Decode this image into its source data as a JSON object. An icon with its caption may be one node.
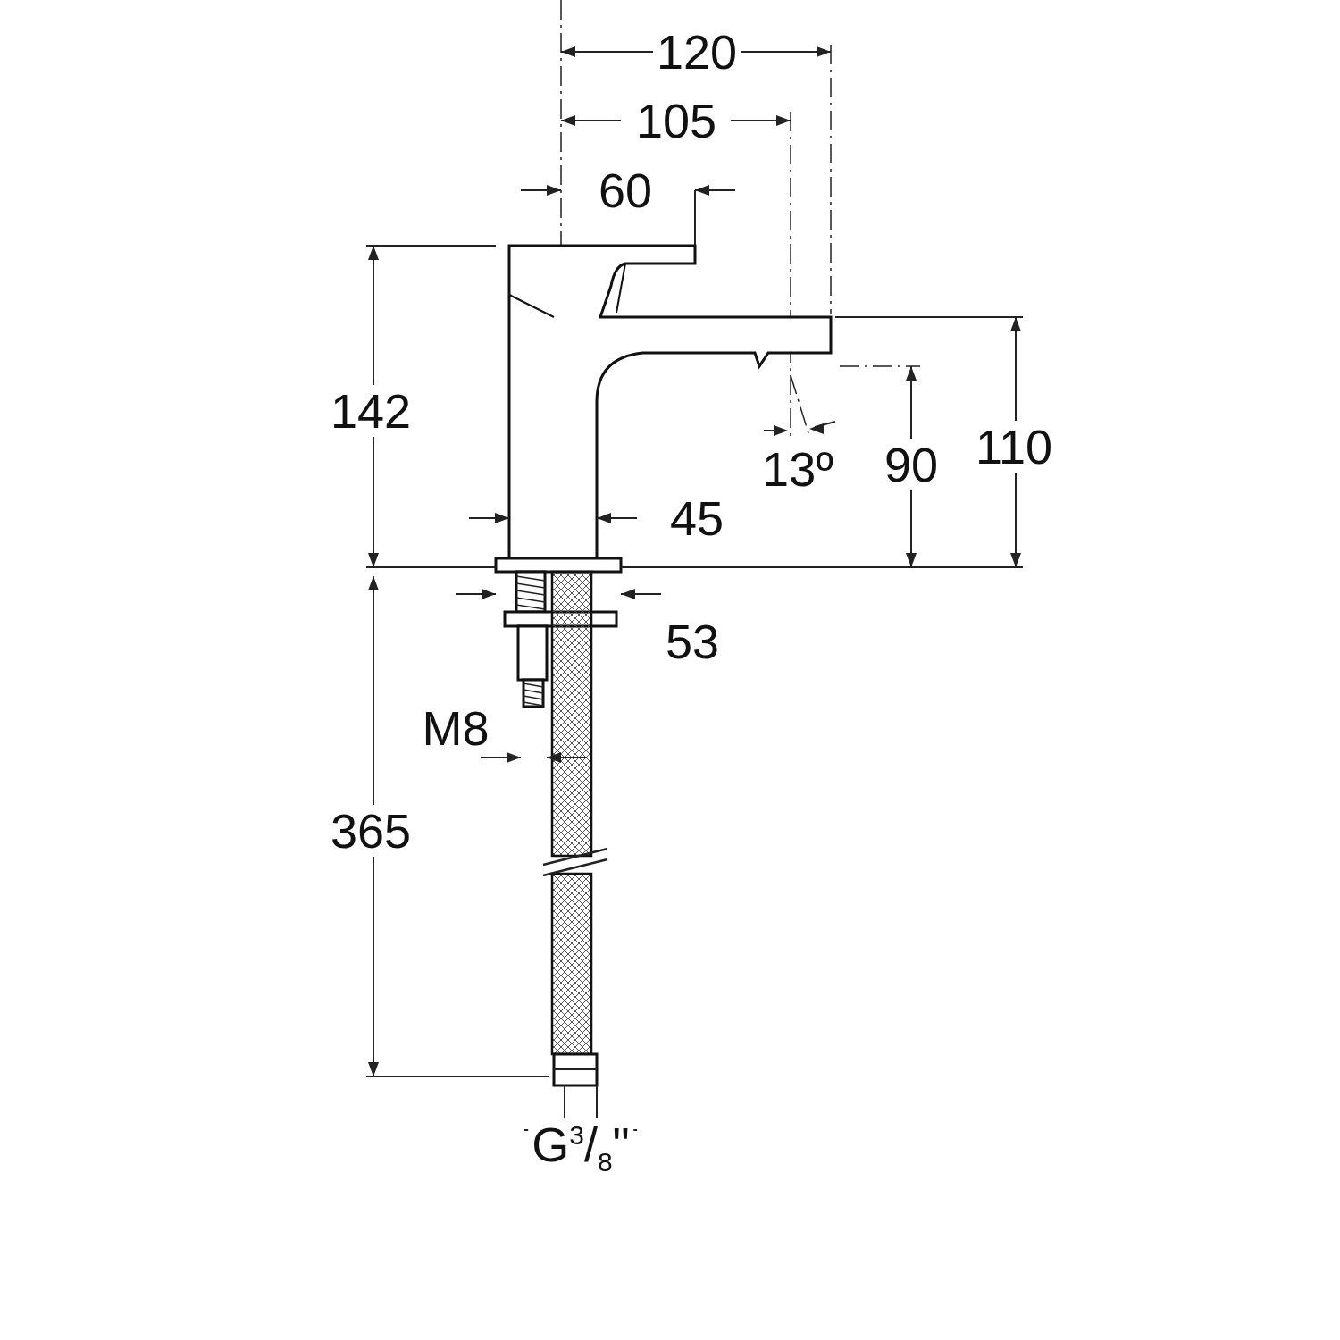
{
  "diagram": {
    "labels": [
      "120",
      "105",
      "60",
      "142",
      "13º",
      "90",
      "110",
      "45",
      "53",
      "M8",
      "365",
      "G$^{3}$/$_{8}$\""
    ]
  }
}
